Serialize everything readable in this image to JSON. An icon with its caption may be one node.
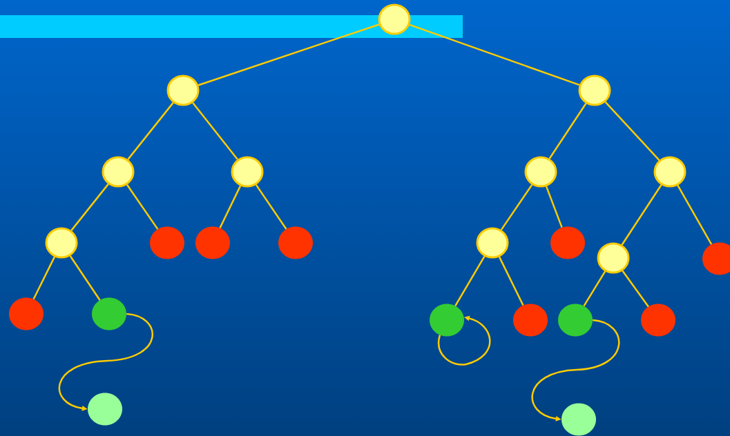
{
  "diagram": {
    "nodes": [
      {
        "text": [],
        "shape": "circle"
      },
      {
        "text": [],
        "shape": "circle"
      },
      {
        "text": [],
        "shape": "circle"
      },
      {
        "text": [],
        "shape": "circle"
      },
      {
        "text": [],
        "shape": "circle"
      },
      {
        "text": [],
        "shape": "circle"
      },
      {
        "text": [],
        "shape": "circle"
      },
      {
        "text": [],
        "shape": "circle"
      },
      {
        "text": [],
        "shape": "circle"
      },
      {
        "text": [],
        "shape": "circle"
      },
      {
        "text": [],
        "shape": "circle"
      },
      {
        "text": [],
        "shape": "circle"
      },
      {
        "text": [],
        "shape": "circle"
      },
      {
        "text": [],
        "shape": "circle"
      },
      {
        "text": [],
        "shape": "circle"
      },
      {
        "text": [],
        "shape": "circle"
      },
      {
        "text": [],
        "shape": "circle"
      },
      {
        "text": [],
        "shape": "circle"
      },
      {
        "text": [],
        "shape": "circle"
      },
      {
        "text": [],
        "shape": "circle"
      },
      {
        "text": [],
        "shape": "circle"
      },
      {
        "text": [],
        "shape": "circle"
      },
      {
        "text": [],
        "shape": "circle"
      }
    ],
    "edges": [
      {
        "from": 0,
        "to": 1,
        "arrow": "none"
      },
      {
        "from": 0,
        "to": 2,
        "arrow": "none"
      },
      {
        "from": 1,
        "to": 3,
        "arrow": "none"
      },
      {
        "from": 1,
        "to": 4,
        "arrow": "none"
      },
      {
        "from": 2,
        "to": 5,
        "arrow": "none"
      },
      {
        "from": 2,
        "to": 6,
        "arrow": "none"
      },
      {
        "from": 3,
        "to": 7,
        "arrow": "none"
      },
      {
        "from": 3,
        "to": 8,
        "arrow": "none"
      },
      {
        "from": 4,
        "to": 9,
        "arrow": "none"
      },
      {
        "from": 4,
        "to": 10,
        "arrow": "none"
      },
      {
        "from": 5,
        "to": 11,
        "arrow": "none"
      },
      {
        "from": 5,
        "to": 12,
        "arrow": "none"
      },
      {
        "from": 6,
        "to": 13,
        "arrow": "none"
      },
      {
        "from": 6,
        "to": 14,
        "arrow": "none"
      },
      {
        "from": 7,
        "to": 15,
        "arrow": "none"
      },
      {
        "from": 7,
        "to": 16,
        "arrow": "none"
      },
      {
        "from": 11,
        "to": 17,
        "arrow": "none"
      },
      {
        "from": 11,
        "to": 18,
        "arrow": "none"
      },
      {
        "from": 13,
        "to": 19,
        "arrow": "none"
      },
      {
        "from": 13,
        "to": 20,
        "arrow": "none"
      },
      {
        "from": 16,
        "to": 21,
        "arrow": "to"
      },
      {
        "from": 17,
        "to": 17,
        "arrow": "to"
      },
      {
        "from": 19,
        "to": 22,
        "arrow": "to"
      }
    ]
  }
}
